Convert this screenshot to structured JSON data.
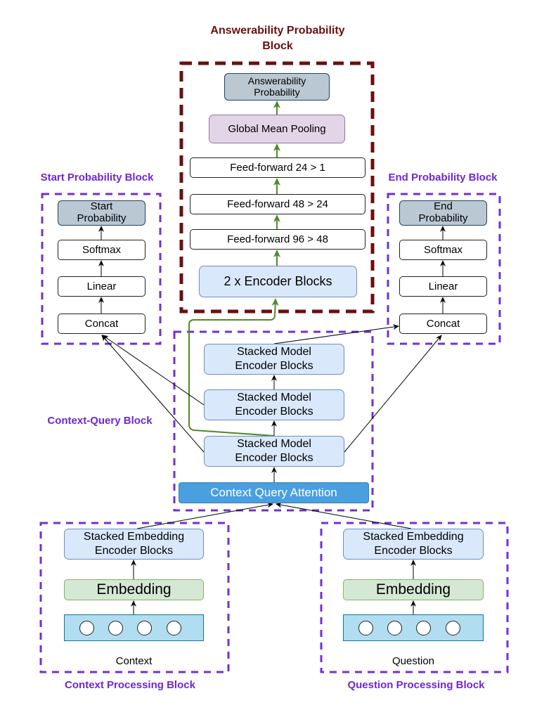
{
  "blocks": {
    "answerability": {
      "title": "Answerability Probability\nBlock",
      "output": "Answerability\nProbability",
      "pooling": "Global Mean Pooling",
      "ff_24_1": "Feed-forward 24 > 1",
      "ff_48_24": "Feed-forward 48 > 24",
      "ff_96_48": "Feed-forward 96 > 48",
      "encoders": "2 x Encoder Blocks"
    },
    "start": {
      "title": "Start Probability Block",
      "output": "Start\nProbability",
      "softmax": "Softmax",
      "linear": "Linear",
      "concat": "Concat"
    },
    "end": {
      "title": "End Probability Block",
      "output": "End\nProbability",
      "softmax": "Softmax",
      "linear": "Linear",
      "concat": "Concat"
    },
    "context_query": {
      "title": "Context-Query Block",
      "model_encoders": [
        "Stacked Model\nEncoder Blocks",
        "Stacked Model\nEncoder Blocks",
        "Stacked Model\nEncoder Blocks"
      ],
      "attention": "Context Query Attention"
    },
    "context_processing": {
      "title": "Context Processing Block",
      "encoders": "Stacked Embedding\nEncoder Blocks",
      "embedding": "Embedding",
      "input_label": "Context",
      "token_count": 4
    },
    "question_processing": {
      "title": "Question Processing Block",
      "encoders": "Stacked Embedding\nEncoder Blocks",
      "embedding": "Embedding",
      "input_label": "Question",
      "token_count": 4
    }
  },
  "colors": {
    "answerability_border": "#6b0f0f",
    "block_border": "#7030d4",
    "green_arrow": "#4f8a2a",
    "cqa_fill": "#4a9fdf"
  }
}
